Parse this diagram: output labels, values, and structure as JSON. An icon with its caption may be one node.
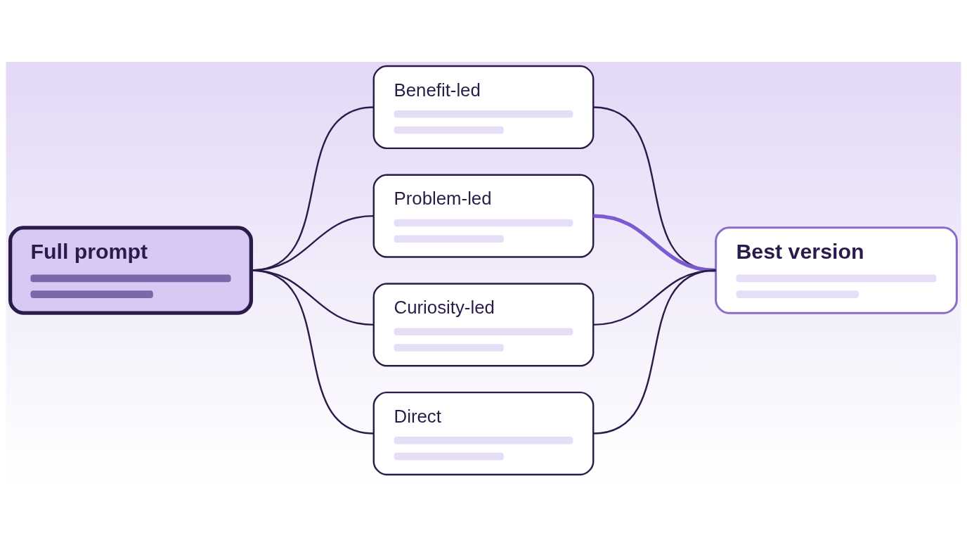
{
  "diagram": {
    "nodes": [
      {
        "text": [
          "Full prompt"
        ]
      },
      {
        "text": [
          "Benefit-led"
        ]
      },
      {
        "text": [
          "Problem-led"
        ]
      },
      {
        "text": [
          "Curiosity-led"
        ]
      },
      {
        "text": [
          "Direct"
        ]
      },
      {
        "text": [
          "Best version"
        ]
      }
    ],
    "edges": [
      {
        "from": 0,
        "to": 1,
        "arrow": "none"
      },
      {
        "from": 0,
        "to": 2,
        "arrow": "none"
      },
      {
        "from": 0,
        "to": 3,
        "arrow": "none"
      },
      {
        "from": 0,
        "to": 4,
        "arrow": "none"
      },
      {
        "from": 1,
        "to": 5,
        "arrow": "none"
      },
      {
        "from": 2,
        "to": 5,
        "arrow": "none",
        "style": "thick",
        "color": "#7b5bd0"
      },
      {
        "from": 3,
        "to": 5,
        "arrow": "none"
      },
      {
        "from": 4,
        "to": 5,
        "arrow": "none"
      }
    ]
  }
}
